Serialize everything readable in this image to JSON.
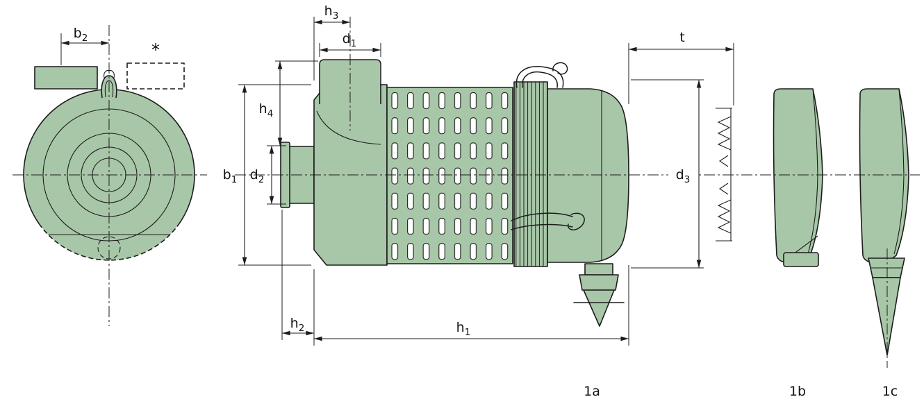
{
  "colors": {
    "part_fill": "#a8c7a8",
    "line": "#1c1c1c",
    "background": "#ffffff"
  },
  "dimensions": {
    "b1": {
      "base": "b",
      "sub": "1"
    },
    "b2": {
      "base": "b",
      "sub": "2"
    },
    "d1": {
      "base": "d",
      "sub": "1"
    },
    "d2": {
      "base": "d",
      "sub": "2"
    },
    "d3": {
      "base": "d",
      "sub": "3"
    },
    "h1": {
      "base": "h",
      "sub": "1"
    },
    "h2": {
      "base": "h",
      "sub": "2"
    },
    "h3": {
      "base": "h",
      "sub": "3"
    },
    "h4": {
      "base": "h",
      "sub": "4"
    },
    "t": {
      "base": "t",
      "sub": ""
    }
  },
  "annotations": {
    "asterisk": "*"
  },
  "part_labels": {
    "a": "1a",
    "b": "1b",
    "c": "1c"
  }
}
